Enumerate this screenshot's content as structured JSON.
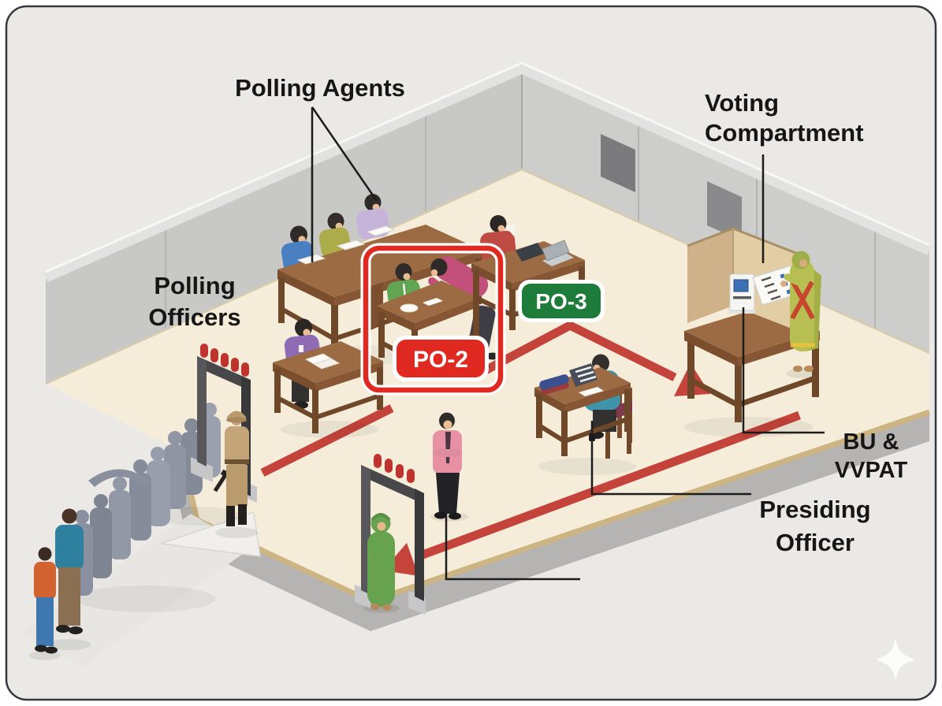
{
  "canvas": {
    "bg": "#ebe9e5",
    "border": "#343941"
  },
  "labels": {
    "polling_agents": "Polling Agents",
    "voting_compartment_line1": "Voting",
    "voting_compartment_line2": "Compartment",
    "polling_officers_line1": "Polling",
    "polling_officers_line2": "Officers",
    "bu_vvpat_line1": "BU &",
    "bu_vvpat_line2": "VVPAT",
    "presiding_officer_line1": "Presiding",
    "presiding_officer_line2": "Officer"
  },
  "badges": {
    "po2": {
      "text": "PO-2",
      "bg": "#e02a21",
      "border": "#ffffff",
      "text_color": "#ffffff"
    },
    "po3": {
      "text": "PO-3",
      "bg": "#1e7c3b",
      "border": "#ffffff",
      "text_color": "#ffffff"
    }
  },
  "highlight_box": {
    "color": "#e02a21",
    "halo": "#ffffff"
  },
  "route": {
    "color": "#c4443c"
  },
  "palette": {
    "wall": "#c8c8c7",
    "wall_cap": "#e2e2e0",
    "floor": "#f5edda",
    "floor_edge": "#cdb483",
    "apron": "#b5b4b2",
    "wood_top": "#9c6b44",
    "wood_side": "#7b4f2e",
    "wood_leg": "#6f4829",
    "label_text": "#161616",
    "leader_line": "#1c1c1c",
    "gate_frame": "#404042",
    "gate_light": "#bf332e",
    "silhouette": "#8b90a0",
    "booth_panel_left": "#cfb289",
    "booth_panel_back": "#e2cda4"
  }
}
